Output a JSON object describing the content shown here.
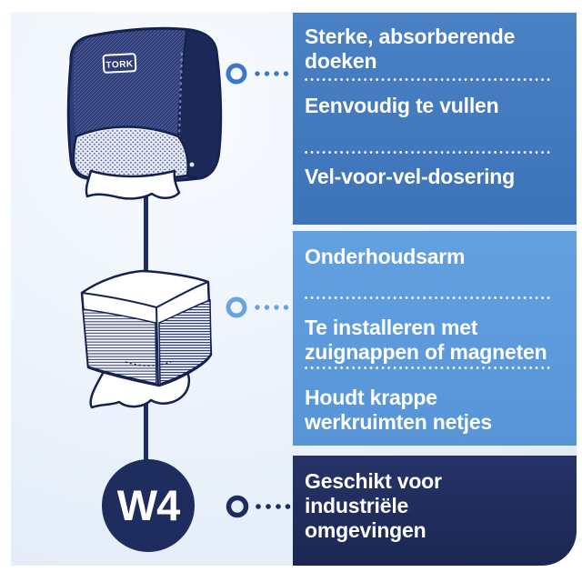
{
  "illustration": {
    "brand_label": "TORK",
    "system_badge": "W4",
    "subject": "folded-cloth-dispenser-with-refill-stack"
  },
  "feature_panels": [
    {
      "tone": "medium-blue",
      "color": "#3d73b8",
      "features": [
        "Sterke, absorberende doeken",
        "Eenvoudig te vullen",
        "Vel-voor-vel-dosering"
      ]
    },
    {
      "tone": "light-blue",
      "color": "#5795d8",
      "features": [
        "Onderhoudsarm",
        "Te installeren met zuignappen of magneten",
        "Houdt krappe werkruimten netjes"
      ]
    },
    {
      "tone": "dark-navy",
      "color": "#1f2c5e",
      "features": [
        "Geschikt voor industriële omgevingen"
      ]
    }
  ],
  "colors": {
    "background_tint": "#e9f0fa",
    "navy": "#1f2c5e",
    "connector_top": "#3a78cc",
    "connector_middle": "#68a3e2",
    "connector_bottom": "#1f2c5e",
    "text": "#ffffff"
  }
}
